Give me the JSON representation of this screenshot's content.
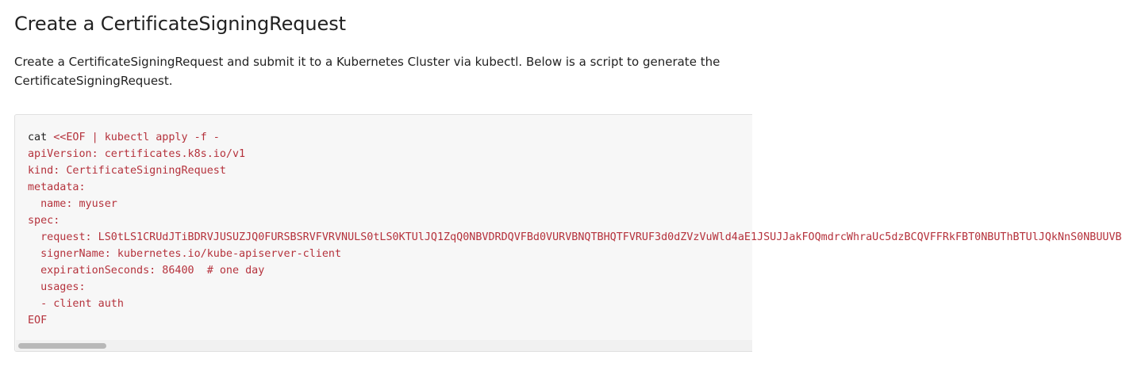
{
  "heading": "Create a CertificateSigningRequest",
  "intro": "Create a CertificateSigningRequest and submit it to a Kubernetes Cluster via kubectl. Below is a script to generate the CertificateSigningRequest.",
  "code": {
    "first_line": {
      "cmd": "cat",
      "rest": " <<EOF | kubectl apply -f -"
    },
    "body": "apiVersion: certificates.k8s.io/v1\nkind: CertificateSigningRequest\nmetadata:\n  name: myuser\nspec:\n  request: LS0tLS1CRUdJTiBDRVJUSUZJQ0FURSBSRVFVRVNULS0tLS0KTUlJQ1ZqQ0NBVDRDQVFBd0VURVBNQTBHQTFVRUF3d0dZVzVuWld4aE1JSUJJakFOQmdrcWhraUc5dzBCQVFFRkFBT0NBUThBTUlJQkNnS0NBUUVB\n  signerName: kubernetes.io/kube-apiserver-client\n  expirationSeconds: 86400  # one day\n  usages:\n  - client auth\nEOF"
  },
  "colors": {
    "code_text": "#b5323c",
    "code_background": "#f7f7f7",
    "scrollbar_thumb": "#b8b8b8"
  }
}
